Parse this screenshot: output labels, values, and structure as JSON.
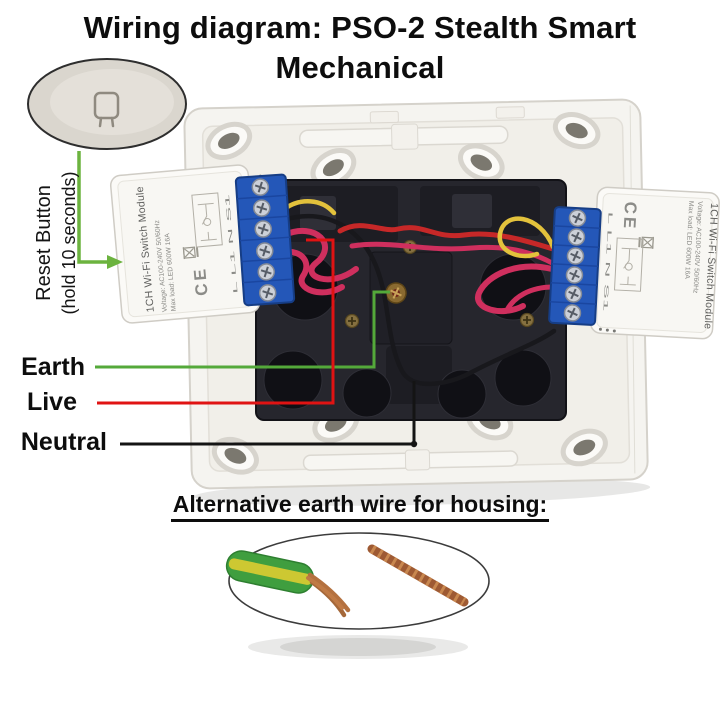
{
  "title": {
    "line1": "Wiring diagram: PSO-2 Stealth Smart",
    "line2": "Mechanical"
  },
  "reset_callout": {
    "line1": "Reset Button",
    "line2": "(hold 10 seconds)"
  },
  "module": {
    "name": "1CH Wi-Fi Switch Module",
    "voltage": "Voltage: AC100-240V 50/60Hz",
    "max_load": "Max load: LED 600W 16A",
    "ce_mark": "CE",
    "terminal_labels": "L L1 N S1"
  },
  "wire_labels": {
    "earth": "Earth",
    "live": "Live",
    "neutral": "Neutral"
  },
  "alt_earth_heading": "Alternative earth wire for housing:",
  "colors": {
    "earth_line": "#54a93a",
    "live_line": "#e01313",
    "neutral_line": "#141414",
    "reset_arrow": "#6cb33f",
    "terminal_block_blue": "#2457b8",
    "wire_pink": "#cf2f5e",
    "wire_red": "#c62828",
    "wire_yellow": "#e3c23c",
    "wire_black": "#18181c",
    "earth_wire_green": "#3f9e3f",
    "earth_wire_stripe": "#cdc832",
    "copper": "#b4713f"
  }
}
